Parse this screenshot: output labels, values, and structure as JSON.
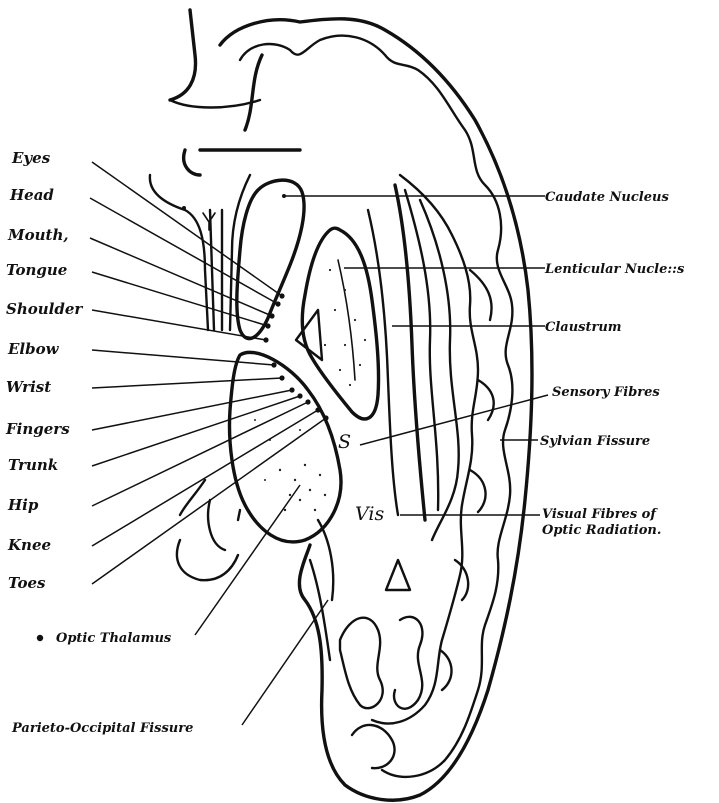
{
  "labels": {
    "left": [
      "Eyes",
      "Head",
      "Mouth,",
      "Tongue",
      "Shoulder",
      "Elbow",
      "Wrist",
      "Fingers",
      "Trunk",
      "Hip",
      "Knee",
      "Toes"
    ],
    "optic_thalamus": "Optic Thalamus",
    "parieto_occipital": "Parieto-Occipital Fissure",
    "caudate": "Caudate Nucleus",
    "lenticular": "Lenticular Nucle::s",
    "claustrum": "Claustrum",
    "sensory": "Sensory Fibres",
    "sylvian": "Sylvian Fissure",
    "visual_1": "Visual Fibres of",
    "visual_2": "Optic Radiation.",
    "s": "S",
    "vis": "Vis"
  }
}
